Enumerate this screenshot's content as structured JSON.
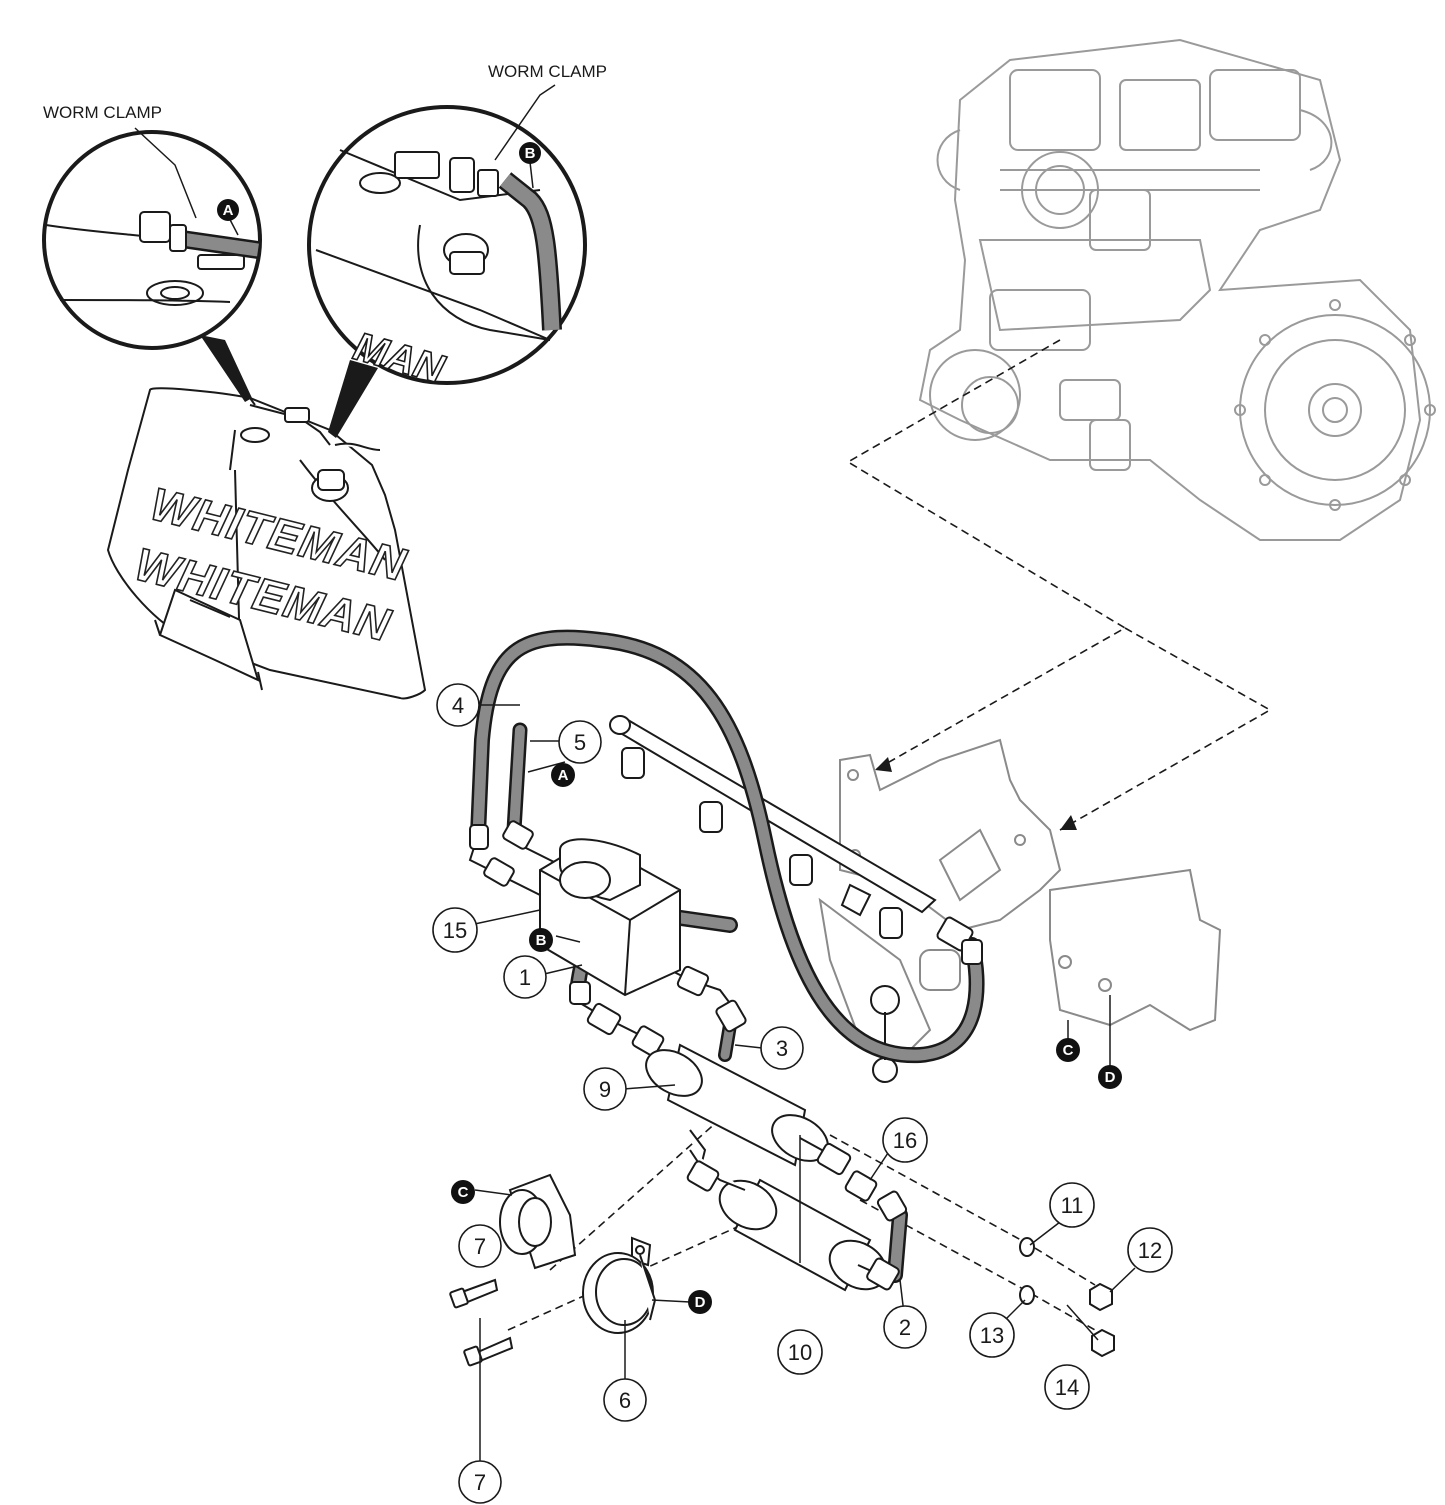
{
  "labels": {
    "worm_clamp_left": "WORM CLAMP",
    "worm_clamp_right": "WORM CLAMP",
    "brand_top": "WHITEMAN",
    "brand_bottom": "WHITEMAN",
    "detail_brand": "MAN"
  },
  "callouts": {
    "c1": "1",
    "c2": "2",
    "c3": "3",
    "c4": "4",
    "c5": "5",
    "c6": "6",
    "c7a": "7",
    "c7b": "7",
    "c9": "9",
    "c10": "10",
    "c11": "11",
    "c12": "12",
    "c13": "13",
    "c14": "14",
    "c15": "15",
    "c16": "16"
  },
  "references": {
    "detail_a": "A",
    "detail_b": "B",
    "hose_a": "A",
    "hose_b": "B",
    "bracket_c": "C",
    "bracket_d": "D",
    "clamp_c": "C",
    "clamp_d": "D"
  },
  "colors": {
    "line": "#1a1a1a",
    "hose": "#8a8a8a",
    "engine_line": "#9a9a9a",
    "fill": "#ffffff"
  }
}
